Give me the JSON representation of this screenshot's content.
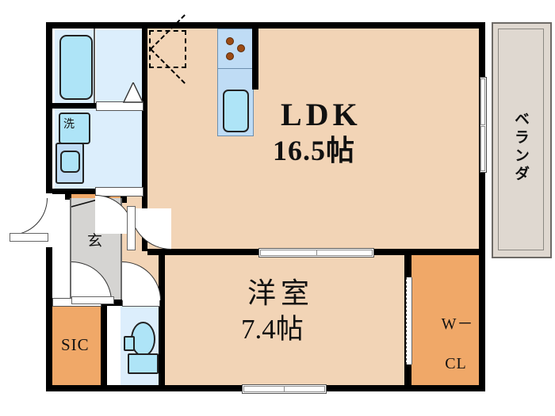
{
  "plan": {
    "type": "apartment-floor-plan",
    "units": "jo (tatami mats)",
    "rooms": [
      {
        "id": "ldk",
        "name": "LDK",
        "size": "16.5帖",
        "label_main": "LDK",
        "label_size": "16.5帖",
        "color": "#F2D4B6"
      },
      {
        "id": "bedroom",
        "name": "洋室",
        "size": "7.4帖",
        "label_main": "洋室",
        "label_size": "7.4帖",
        "color": "#F2D4B6"
      },
      {
        "id": "veranda",
        "name": "ベランダ",
        "label_main": "ベランダ",
        "color": "#DFD8D0"
      },
      {
        "id": "sic",
        "name": "SIC",
        "label_main": "SIC",
        "color": "#F0A868"
      },
      {
        "id": "wcl",
        "name": "W-CL",
        "label_main": "W－\nCL",
        "color": "#F0A868"
      },
      {
        "id": "entrance",
        "name": "玄関",
        "label_main": "玄",
        "color": "#D5D4D2"
      },
      {
        "id": "bath",
        "name": "浴室",
        "color": "#DCEEFC"
      },
      {
        "id": "washroom",
        "name": "洗面脱衣室",
        "color": "#DCEEFC"
      },
      {
        "id": "toilet",
        "name": "トイレ",
        "color": "#DCEEFC"
      },
      {
        "id": "hallway",
        "name": "廊下",
        "color": "#F2D4B6"
      }
    ],
    "fixtures": [
      {
        "id": "bathtub",
        "name": "bathtub",
        "room": "bath"
      },
      {
        "id": "washer",
        "name": "washing-machine",
        "label": "洗",
        "room": "washroom"
      },
      {
        "id": "lavatory",
        "name": "wash-basin",
        "room": "washroom"
      },
      {
        "id": "toilet-bowl",
        "name": "toilet-bowl",
        "room": "toilet"
      },
      {
        "id": "sink",
        "name": "kitchen-sink",
        "room": "ldk"
      },
      {
        "id": "stove",
        "name": "gas-stove-3-burner",
        "room": "ldk",
        "burners": 3
      },
      {
        "id": "pipe-shaft",
        "name": "pipe-shaft",
        "room": "ldk"
      }
    ],
    "labels": {
      "ldk_name": "LDK",
      "ldk_size": "16.5帖",
      "bedroom_name": "洋室",
      "bedroom_size": "7.4帖",
      "veranda": "ベランダ",
      "sic": "SIC",
      "wcl_line1": "W－",
      "wcl_line2": "CL",
      "entrance": "玄",
      "washer": "洗"
    },
    "colors": {
      "floor_ldk": "#F2D4B6",
      "closet_orange": "#F0A868",
      "wet_blue": "#DCEEFC",
      "fixture_blue": "#AEE4F7",
      "entrance_gray": "#D5D4D2",
      "veranda_gray": "#DFD8D0",
      "wall_black": "#000000",
      "burner_brown": "#9C4B14"
    }
  }
}
